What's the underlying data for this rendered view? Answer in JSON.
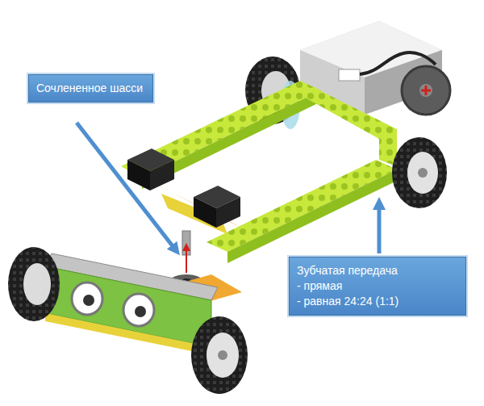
{
  "diagram": {
    "nodes": [
      {
        "text": [
          "Сочлененное шасси"
        ]
      },
      {
        "text": [
          "Зубчатая передача",
          "- прямая",
          "- равная 24:24 (1:1)"
        ]
      }
    ]
  }
}
